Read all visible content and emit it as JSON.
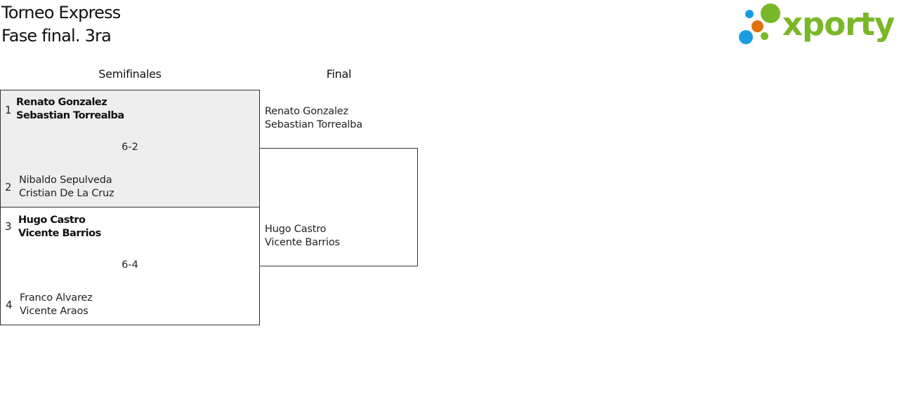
{
  "header": {
    "title": "Torneo Express",
    "subtitle": "Fase final. 3ra"
  },
  "logo": {
    "text": "xporty",
    "colors": {
      "green": "#7ab728",
      "blue": "#1a9de0",
      "orange": "#e2700f"
    }
  },
  "columns": {
    "semifinals": "Semifinales",
    "final": "Final"
  },
  "semifinals": [
    {
      "score": "6-2",
      "teams": [
        {
          "seed": "1",
          "player1": "Renato Gonzalez",
          "player2": "Sebastian Torrealba",
          "winner": true
        },
        {
          "seed": "2",
          "player1": "Nibaldo Sepulveda",
          "player2": "Cristian De La Cruz",
          "winner": false
        }
      ]
    },
    {
      "score": "6-4",
      "teams": [
        {
          "seed": "3",
          "player1": "Hugo Castro",
          "player2": "Vicente Barrios",
          "winner": true
        },
        {
          "seed": "4",
          "player1": "Franco Alvarez",
          "player2": "Vicente Araos",
          "winner": false
        }
      ]
    }
  ],
  "final": {
    "teams": [
      {
        "player1": "Renato Gonzalez",
        "player2": "Sebastian Torrealba"
      },
      {
        "player1": "Hugo Castro",
        "player2": "Vicente Barrios"
      }
    ]
  },
  "colors": {
    "highlight_bg": "#eeeeee",
    "border": "#333333"
  }
}
